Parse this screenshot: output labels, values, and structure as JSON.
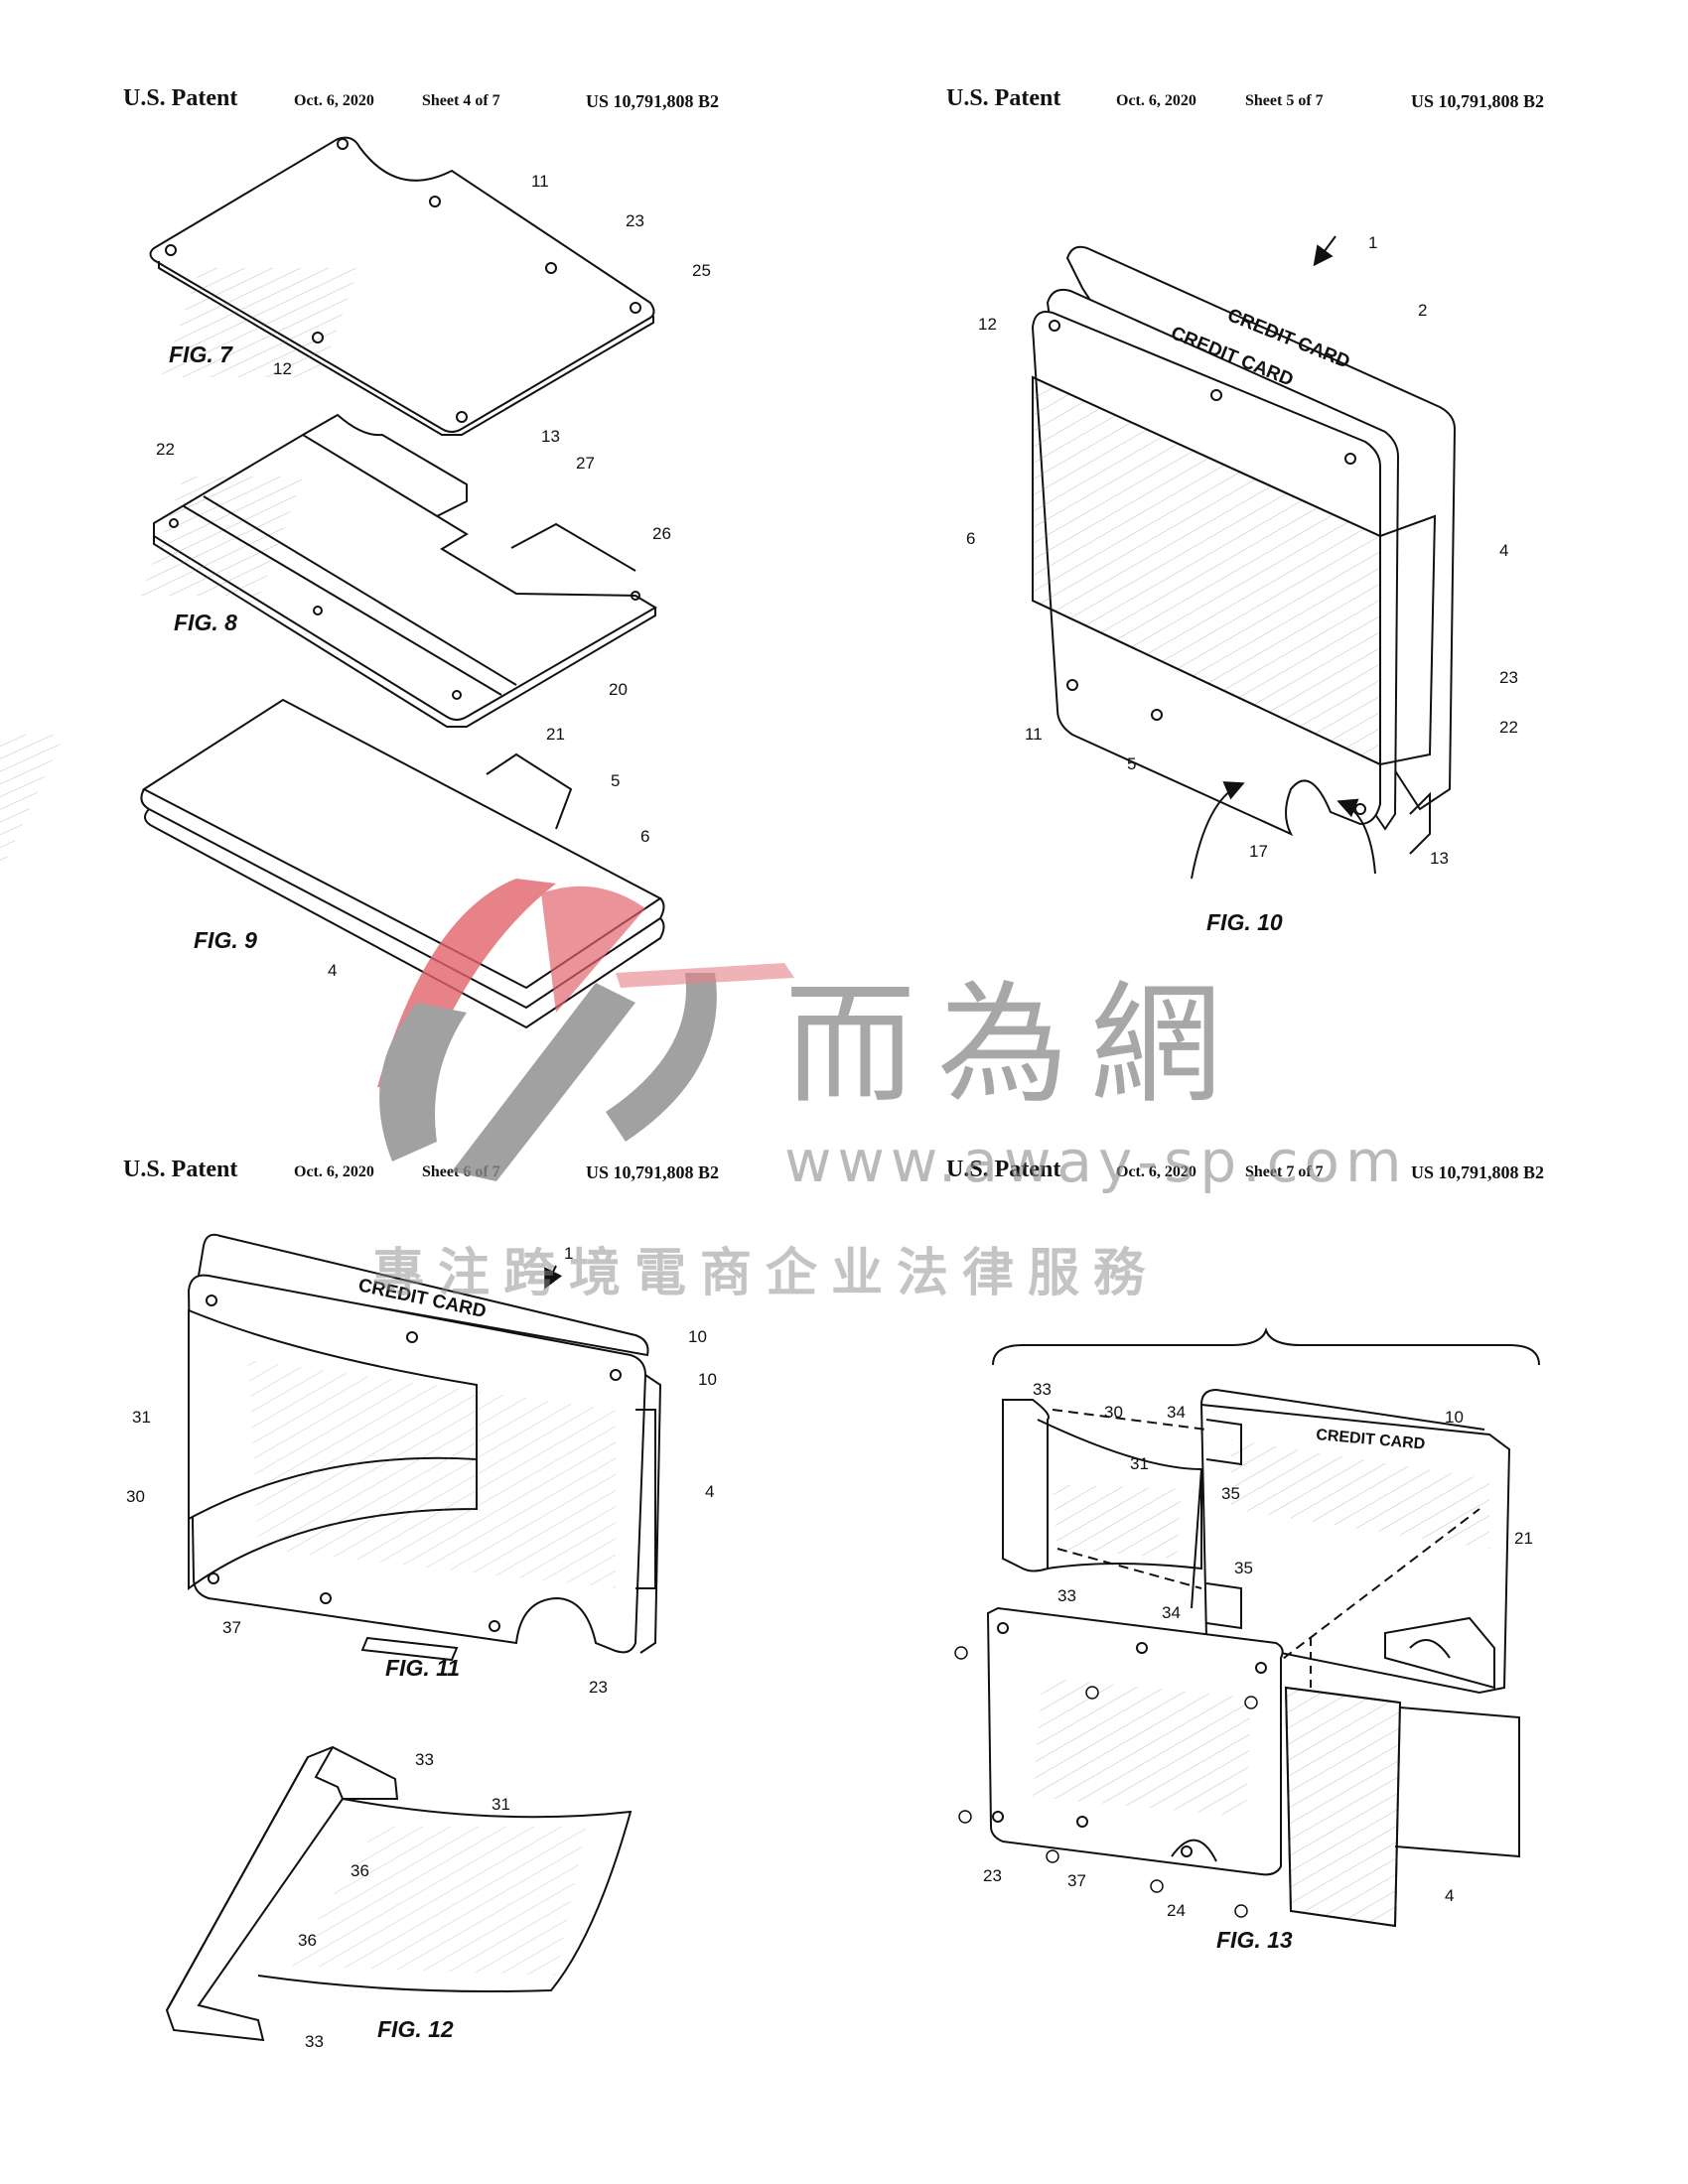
{
  "sheets": [
    {
      "patent": "U.S. Patent",
      "date": "Oct. 6, 2020",
      "sheet": "Sheet 4 of 7",
      "number": "US 10,791,808 B2"
    },
    {
      "patent": "U.S. Patent",
      "date": "Oct. 6, 2020",
      "sheet": "Sheet 5 of 7",
      "number": "US 10,791,808 B2"
    },
    {
      "patent": "U.S. Patent",
      "date": "Oct. 6, 2020",
      "sheet": "Sheet 6 of 7",
      "number": "US 10,791,808 B2"
    },
    {
      "patent": "U.S. Patent",
      "date": "Oct. 6, 2020",
      "sheet": "Sheet 7 of 7",
      "number": "US 10,791,808 B2"
    }
  ],
  "figures": {
    "fig7": {
      "label": "FIG. 7",
      "refs": {
        "r11": "11",
        "r23": "23",
        "r25": "25",
        "r12": "12"
      }
    },
    "fig8": {
      "label": "FIG. 8",
      "refs": {
        "r22": "22",
        "r13": "13",
        "r27": "27",
        "r26": "26",
        "r20": "20",
        "r21": "21"
      }
    },
    "fig9": {
      "label": "FIG. 9",
      "refs": {
        "r5": "5",
        "r6": "6",
        "r4": "4"
      }
    },
    "fig10": {
      "label": "FIG. 10",
      "card_text": "CREDIT CARD",
      "refs": {
        "r1": "1",
        "r2": "2",
        "r12": "12",
        "r6": "6",
        "r4": "4",
        "r23": "23",
        "r22": "22",
        "r11": "11",
        "r5": "5",
        "r17": "17",
        "r13": "13"
      }
    },
    "fig11": {
      "label": "FIG. 11",
      "card_text": "CREDIT CARD",
      "refs": {
        "r1": "1",
        "r10a": "10",
        "r10b": "10",
        "r31": "31",
        "r30": "30",
        "r4": "4",
        "r37": "37",
        "r23": "23"
      }
    },
    "fig12": {
      "label": "FIG. 12",
      "refs": {
        "r33a": "33",
        "r31": "31",
        "r36a": "36",
        "r36b": "36",
        "r33b": "33"
      }
    },
    "fig13": {
      "label": "FIG. 13",
      "card_text": "CREDIT CARD",
      "refs": {
        "r33a": "33",
        "r30": "30",
        "r34a": "34",
        "r10": "10",
        "r31": "31",
        "r35a": "35",
        "r21": "21",
        "r35b": "35",
        "r33b": "33",
        "r34b": "34",
        "r23": "23",
        "r37": "37",
        "r24": "24",
        "r4": "4"
      }
    }
  },
  "watermark": {
    "chinese": "而為網",
    "url": "www.away-sp.com",
    "tagline": "專注跨境電商企业法律服務",
    "colors": {
      "logo_red": "#e0636b",
      "logo_gray": "#8a8a8a"
    }
  }
}
